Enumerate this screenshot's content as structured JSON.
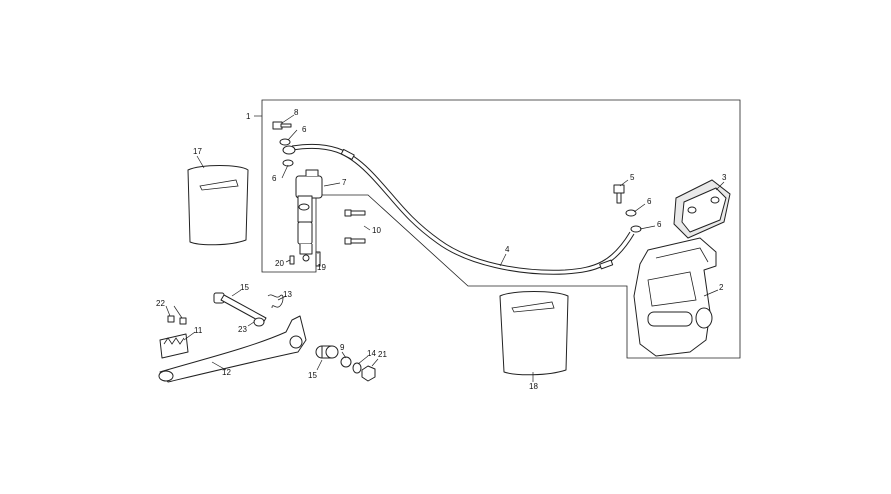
{
  "callouts": {
    "c1": "1",
    "c2": "2",
    "c3": "3",
    "c4": "4",
    "c5": "5",
    "c6a": "6",
    "c6b": "6",
    "c6c": "6",
    "c6d": "6",
    "c7": "7",
    "c8": "8",
    "c9": "9",
    "c10": "10",
    "c11": "11",
    "c12": "12",
    "c13": "13",
    "c14": "14",
    "c15a": "15",
    "c15b": "15",
    "c17": "17",
    "c18": "18",
    "c19": "19",
    "c20": "20",
    "c21": "21",
    "c22": "22",
    "c23": "23"
  },
  "colors": {
    "line": "#222222",
    "background": "#ffffff"
  },
  "icons": [
    "bag-logo-icon"
  ]
}
